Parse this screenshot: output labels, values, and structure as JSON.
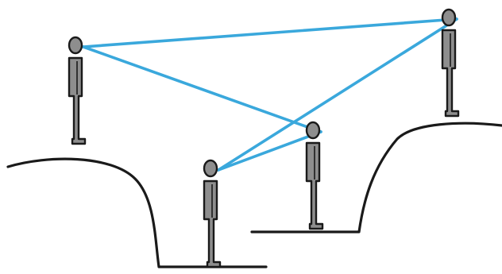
{
  "colors": {
    "sight_line": "#3aa8dc",
    "figure_fill": "#8e8e8e",
    "outline": "#1a1a1a",
    "background": "#ffffff"
  },
  "figures": [
    {
      "id": "top-left",
      "description_icon": "person-icon"
    },
    {
      "id": "top-right",
      "description_icon": "person-icon"
    },
    {
      "id": "middle-right",
      "description_icon": "person-icon"
    },
    {
      "id": "bottom-center",
      "description_icon": "person-icon"
    }
  ],
  "sight_lines": [
    {
      "from": "top-left",
      "to": "top-right"
    },
    {
      "from": "top-left",
      "to": "middle-right"
    },
    {
      "from": "bottom-center",
      "to": "top-right"
    },
    {
      "from": "bottom-center",
      "to": "middle-right"
    }
  ]
}
